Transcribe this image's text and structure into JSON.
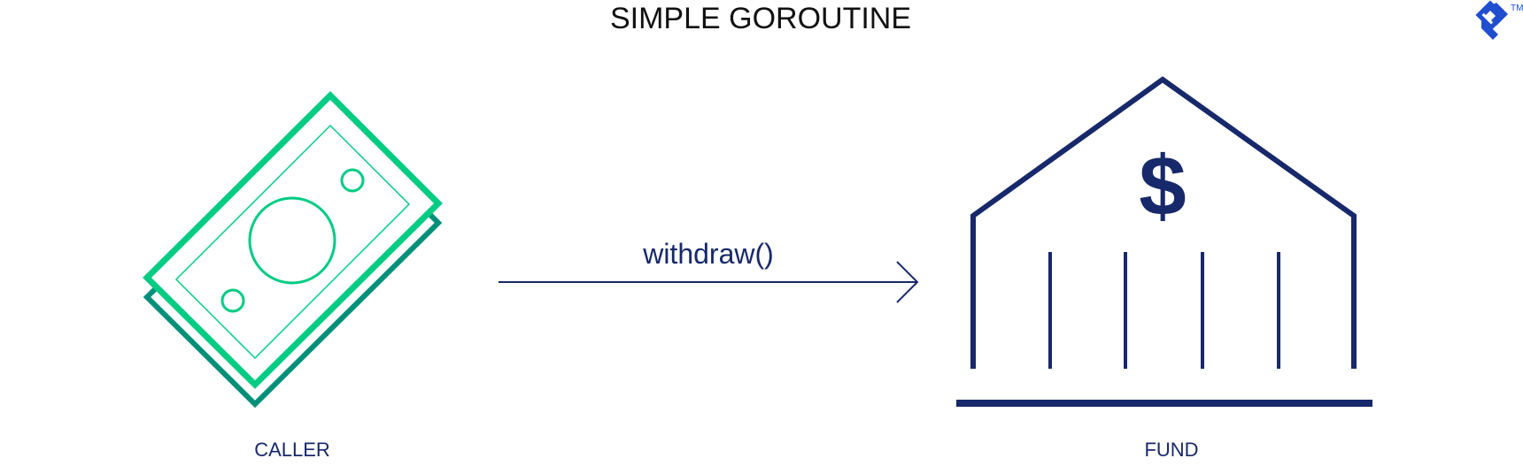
{
  "title": "SIMPLE GOROUTINE",
  "arrow_label": "withdraw()",
  "caller_label": "CALLER",
  "fund_label": "FUND",
  "fund_symbol": "$",
  "logo": {
    "name": "toptal-logo",
    "trademark": "TM"
  },
  "colors": {
    "green": "#00cc83",
    "dark_green": "#00907a",
    "navy": "#17286b",
    "logo_blue": "#204ecf",
    "text": "#111111"
  }
}
